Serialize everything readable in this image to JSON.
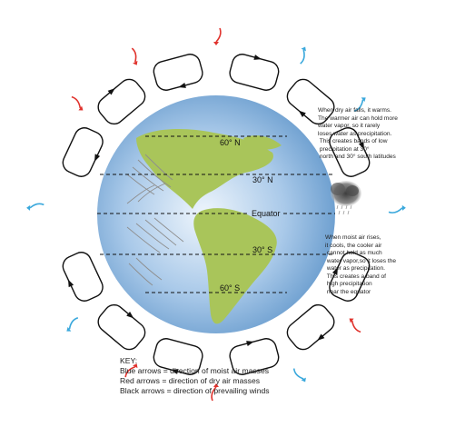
{
  "latitudes": {
    "n60": "60° N",
    "n30": "30° N",
    "equator": "Equator",
    "s30": "30° S",
    "s60": "60° S"
  },
  "notes": {
    "dry": [
      "When dry air falls, it warms.",
      "The warmer air can hold more",
      "water vapor, so it rarely",
      "loses water as precipitation.",
      " This creates bands of low",
      " precipitation at 30°",
      " north and 30° south latitudes"
    ],
    "moist": [
      "When moist air rises,",
      "it cools, the cooler air",
      " cannot hold as much",
      " water vapor,so it loses the",
      " water as precipitation.",
      " This creates a band of",
      " high precipitation",
      " near the equator"
    ]
  },
  "key": {
    "title": "KEY:",
    "items": [
      "Blue arrows = direction of moist air masses",
      "Red arrows = direction of dry air masses",
      "Black arrows = direction of prevailing winds"
    ]
  },
  "colors": {
    "ocean": "#5c93c8",
    "ocean_light": "#e9f2fb",
    "land": "#a9c55a",
    "dry_arrow": "#e0332d",
    "moist_arrow": "#3aa8dc",
    "cell": "#111111"
  },
  "icons": {
    "cloud": "rain-cloud-icon"
  }
}
